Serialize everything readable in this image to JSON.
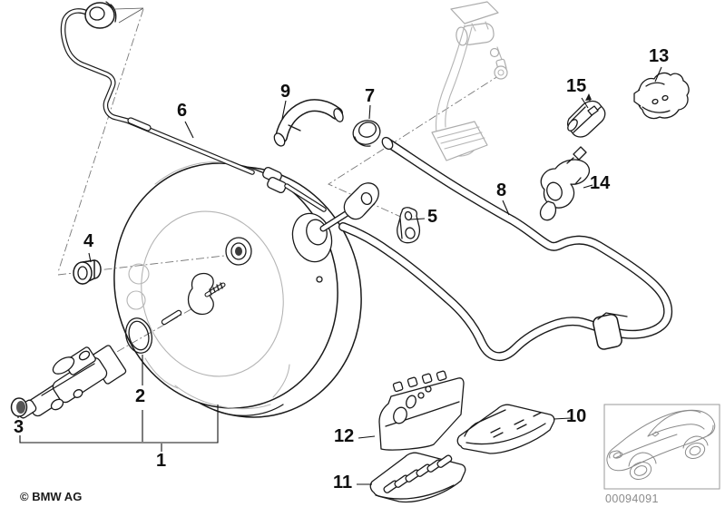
{
  "labels": {
    "n1": "1",
    "n2": "2",
    "n3": "3",
    "n4": "4",
    "n5": "5",
    "n6": "6",
    "n7": "7",
    "n8": "8",
    "n9": "9",
    "n10": "10",
    "n11": "11",
    "n12": "12",
    "n13": "13",
    "n14": "14",
    "n15": "15"
  },
  "footer": {
    "copyright": "© BMW AG",
    "diagram_number": "00094091"
  },
  "colors": {
    "line": "#1a1a1a",
    "soft_line": "#b5b5b5",
    "muted_text": "#8b8b8b",
    "background": "#ffffff"
  }
}
